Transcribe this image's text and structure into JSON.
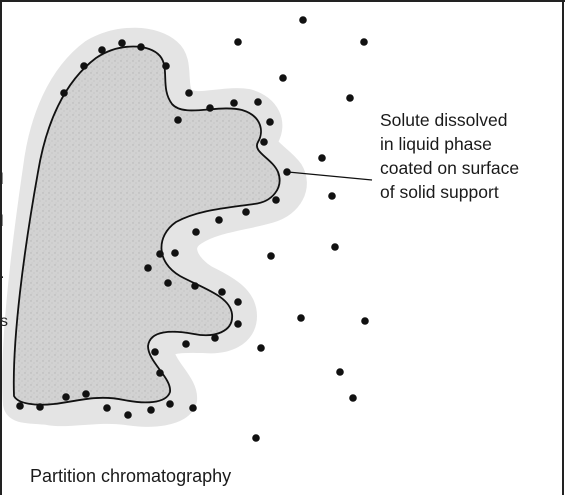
{
  "annotation": {
    "lines": [
      "Solute dissolved",
      "in liquid phase",
      "coated on surface",
      "of solid support"
    ]
  },
  "caption": "Partition chromatography",
  "colors": {
    "support_fill": "#d4d4d4",
    "coating_halo": "#e6e6e6",
    "outline": "#111111",
    "solute_dot": "#111111",
    "frame_border": "#222222"
  }
}
